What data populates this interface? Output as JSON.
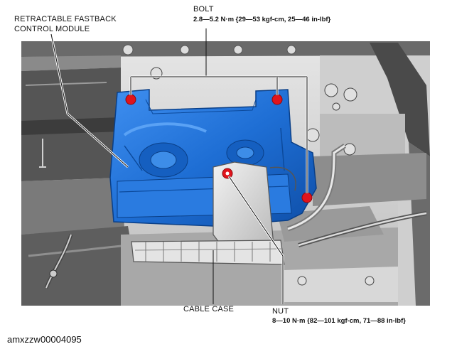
{
  "labels": {
    "module_line1": "RETRACTABLE FASTBACK",
    "module_line2": "CONTROL MODULE",
    "bolt": "BOLT",
    "bolt_torque": "2.8—5.2 N·m {29—53 kgf-cm, 25—46 in-lbf}",
    "cable_case": "CABLE CASE",
    "nut": "NUT",
    "nut_torque": "8—10 N·m {82—101 kgf-cm, 71—88 in-lbf}"
  },
  "figure_id": "amxzzw00004095",
  "colors": {
    "module": "#1f6fd0",
    "fastener_marker": "#e0141c",
    "leader": "#ffffff"
  }
}
